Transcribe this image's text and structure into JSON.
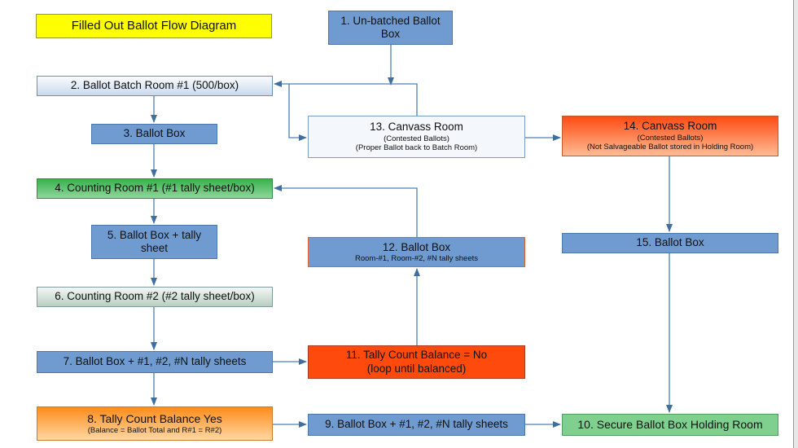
{
  "title": "Filled Out Ballot Flow Diagram",
  "nodes": {
    "n1": {
      "label": "1. Un-batched Ballot Box"
    },
    "n2": {
      "label": "2. Ballot Batch Room #1 (500/box)"
    },
    "n3": {
      "label": "3. Ballot Box"
    },
    "n4": {
      "label": "4. Counting Room #1 (#1 tally sheet/box)"
    },
    "n5": {
      "label": "5. Ballot Box + tally sheet"
    },
    "n6": {
      "label": "6. Counting Room #2 (#2 tally sheet/box)"
    },
    "n7": {
      "label": "7. Ballot Box + #1, #2, #N tally sheets"
    },
    "n8": {
      "label": "8. Tally Count Balance Yes",
      "sub": "(Balance = Ballot Total and R#1 = R#2)"
    },
    "n9": {
      "label": "9. Ballot Box + #1, #2, #N tally sheets"
    },
    "n10": {
      "label": "10. Secure Ballot Box Holding Room"
    },
    "n11": {
      "label": "11. Tally Count Balance = No",
      "label2": "(loop until balanced)"
    },
    "n12": {
      "label": "12. Ballot Box",
      "sub": "Room-#1, Room-#2, #N tally sheets"
    },
    "n13": {
      "label": "13. Canvass Room",
      "sub": "(Contested Ballots)",
      "sub2": "(Proper Ballot back to Batch Room)"
    },
    "n14": {
      "label": "14. Canvass Room",
      "sub": "(Contested Ballots)",
      "sub2": "(Not Salvageable Ballot stored in Holding Room)"
    },
    "n15": {
      "label": "15. Ballot Box"
    }
  },
  "edges": [
    [
      "n1",
      "n2"
    ],
    [
      "n13",
      "n2"
    ],
    [
      "n2",
      "n13"
    ],
    [
      "n2",
      "n3"
    ],
    [
      "n3",
      "n4"
    ],
    [
      "n4",
      "n5"
    ],
    [
      "n5",
      "n6"
    ],
    [
      "n6",
      "n7"
    ],
    [
      "n7",
      "n11"
    ],
    [
      "n7",
      "n8"
    ],
    [
      "n8",
      "n9"
    ],
    [
      "n9",
      "n10"
    ],
    [
      "n11",
      "n12"
    ],
    [
      "n12",
      "n4"
    ],
    [
      "n13",
      "n14"
    ],
    [
      "n14",
      "n15"
    ],
    [
      "n15",
      "n10"
    ]
  ]
}
